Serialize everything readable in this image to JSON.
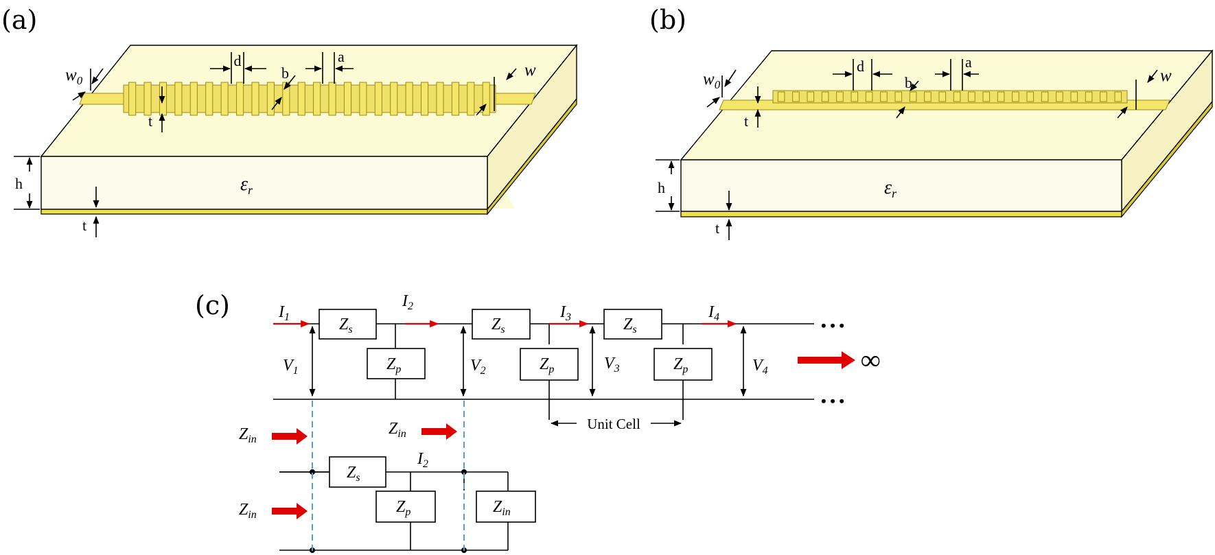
{
  "panels": {
    "a": {
      "label": "(a)",
      "dims": {
        "w0": "w",
        "w0_sub": "0",
        "d": "d",
        "b": "b",
        "a": "a",
        "w": "w",
        "t_top": "t",
        "h": "h",
        "eps": "ε",
        "eps_sub": "r",
        "t_bottom": "t"
      }
    },
    "b": {
      "label": "(b)",
      "dims": {
        "w0": "w",
        "w0_sub": "0",
        "d": "d",
        "b": "b",
        "a": "a",
        "w": "w",
        "t_top": "t",
        "h": "h",
        "eps": "ε",
        "eps_sub": "r",
        "t_bottom": "t"
      }
    },
    "c": {
      "label": "(c)",
      "currents": [
        {
          "main": "I",
          "sub": "1"
        },
        {
          "main": "I",
          "sub": "2"
        },
        {
          "main": "I",
          "sub": "3"
        },
        {
          "main": "I",
          "sub": "4"
        }
      ],
      "voltages": [
        {
          "main": "V",
          "sub": "1"
        },
        {
          "main": "V",
          "sub": "2"
        },
        {
          "main": "V",
          "sub": "3"
        },
        {
          "main": "V",
          "sub": "4"
        }
      ],
      "zs": {
        "main": "Z",
        "sub": "s"
      },
      "zp": {
        "main": "Z",
        "sub": "p"
      },
      "zin": {
        "main": "Z",
        "sub": "in"
      },
      "bottom_current": {
        "main": "I",
        "sub": "2"
      },
      "unit_cell": "Unit Cell",
      "ellipsis": "• • •",
      "infinity": "∞"
    }
  },
  "colors": {
    "substrate_top": "#fdfbd6",
    "substrate_front": "#fcfbe9",
    "substrate_side": "#f7f4c0",
    "metal": "#f3e66a",
    "metal_dark": "#cdb82c",
    "arrow_red": "#e00000",
    "dash_blue": "#5b9bd5"
  }
}
